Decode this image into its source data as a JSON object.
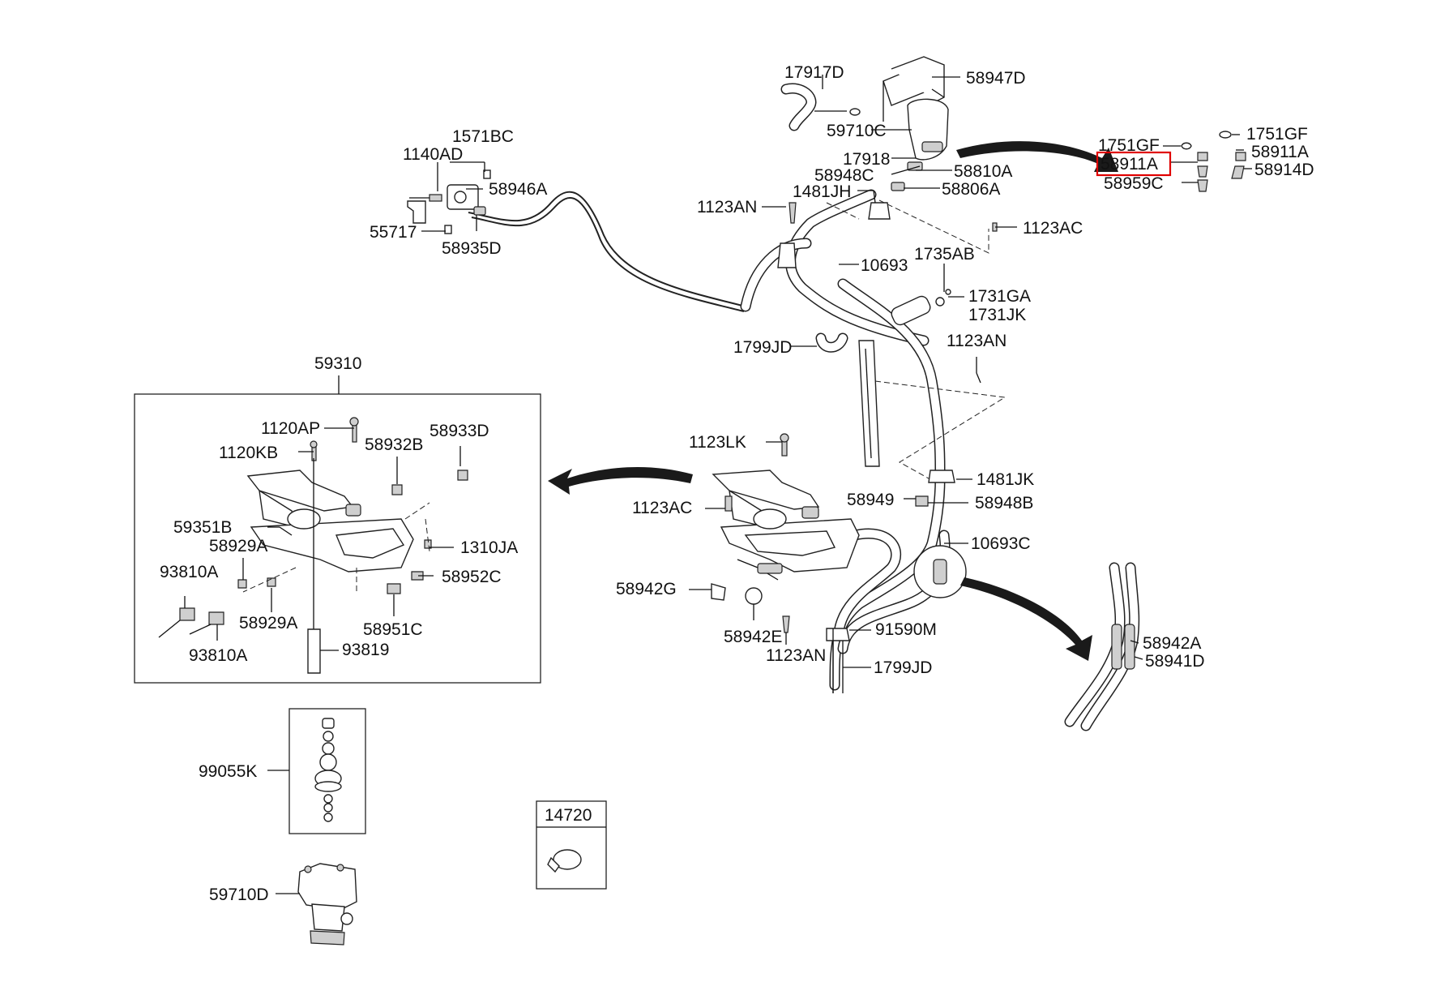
{
  "highlight_color": "#e00000",
  "labels": {
    "l17917D": "17917D",
    "l58947D": "58947D",
    "l59710C": "59710C",
    "l1751GF_a": "1751GF",
    "l1751GF_b": "1751GF",
    "l58911A_a": "58911A",
    "l58911A_b": "58911A",
    "l58914D": "58914D",
    "l58959C": "58959C",
    "l17918": "17918",
    "l58948C": "58948C",
    "l58810A": "58810A",
    "l58806A": "58806A",
    "l1481JH": "1481JH",
    "l1123AN_a": "1123AN",
    "l1123AC_a": "1123AC",
    "l10693": "10693",
    "l1735AB": "1735AB",
    "l1731GA": "1731GA",
    "l1731JK": "1731JK",
    "l1571BC": "1571BC",
    "l1140AD": "1140AD",
    "l58946A": "58946A",
    "l55717": "55717",
    "l58935D": "58935D",
    "l1799JD_a": "1799JD",
    "l1123AN_b": "1123AN",
    "l59310": "59310",
    "l1120AP": "1120AP",
    "l58933D": "58933D",
    "l1120KB": "1120KB",
    "l58932B": "58932B",
    "l59351B": "59351B",
    "l58929A_a": "58929A",
    "l1310JA": "1310JA",
    "l93810A_a": "93810A",
    "l58952C": "58952C",
    "l58929A_b": "58929A",
    "l58951C": "58951C",
    "l93810A_b": "93810A",
    "l93819": "93819",
    "l1123LK": "1123LK",
    "l1481JK": "1481JK",
    "l1123AC_b": "1123AC",
    "l58949": "58949",
    "l58948B": "58948B",
    "l10693C": "10693C",
    "l58942G": "58942G",
    "l58942E": "58942E",
    "l91590M": "91590M",
    "l1123AN_c": "1123AN",
    "l1799JD_b": "1799JD",
    "l58942A": "58942A",
    "l58941D": "58941D",
    "l99055K": "99055K",
    "l14720": "14720",
    "l59710D": "59710D"
  }
}
